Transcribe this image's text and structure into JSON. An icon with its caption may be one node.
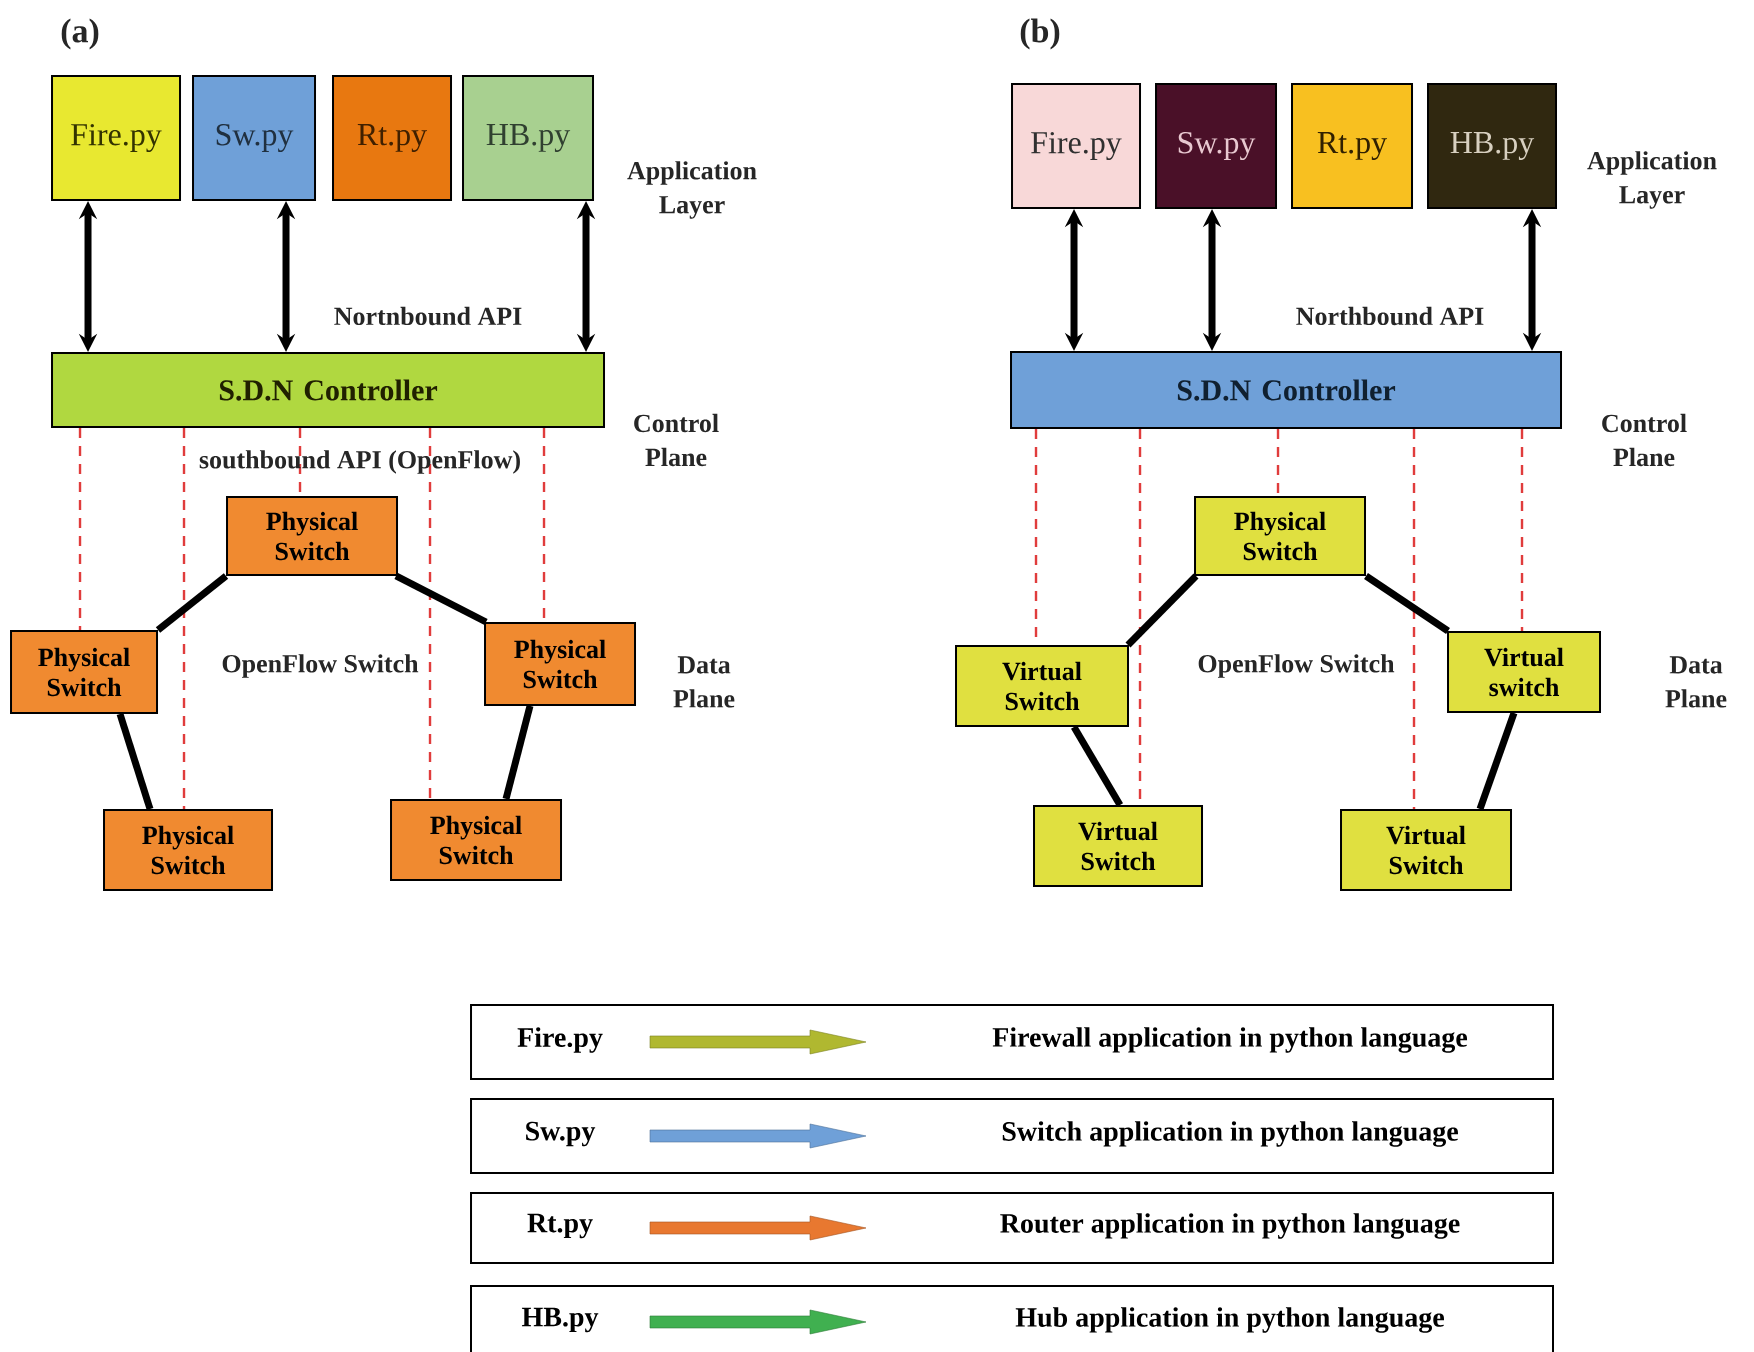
{
  "diagram": {
    "nodes": [
      {
        "text": [
          "Fire.py"
        ]
      },
      {
        "text": [
          "Sw.py"
        ]
      },
      {
        "text": [
          "Rt.py"
        ]
      },
      {
        "text": [
          "HB.py"
        ]
      },
      {
        "text": [
          "S.D.N Controller"
        ]
      },
      {
        "text": [
          "Physical Switch"
        ]
      },
      {
        "text": [
          "Physical Switch"
        ]
      },
      {
        "text": [
          "Physical Switch"
        ]
      },
      {
        "text": [
          "Physical Switch"
        ]
      },
      {
        "text": [
          "Physical Switch"
        ]
      },
      {
        "text": [
          "Fire.py"
        ]
      },
      {
        "text": [
          "Sw.py"
        ]
      },
      {
        "text": [
          "Rt.py"
        ]
      },
      {
        "text": [
          "HB.py"
        ]
      },
      {
        "text": [
          "S.D.N Controller"
        ]
      },
      {
        "text": [
          "Physical Switch"
        ]
      },
      {
        "text": [
          "Virtual Switch"
        ]
      },
      {
        "text": [
          "Virtual switch"
        ]
      },
      {
        "text": [
          "Virtual Switch"
        ]
      },
      {
        "text": [
          "Virtual Switch"
        ]
      },
      {
        "text": [
          "Fire.py",
          "Firewall application in python language"
        ]
      },
      {
        "text": [
          "Sw.py",
          "Switch application in python language"
        ]
      },
      {
        "text": [
          "Rt.py",
          "Router application in python language"
        ]
      },
      {
        "text": [
          "HB.py",
          "Hub application in python language"
        ]
      }
    ],
    "edges": [
      {
        "from": 0,
        "to": 4,
        "arrow": "both"
      },
      {
        "from": 1,
        "to": 4,
        "arrow": "both"
      },
      {
        "from": 3,
        "to": 4,
        "arrow": "both"
      },
      {
        "from": 4,
        "to": 6,
        "arrow": "none",
        "style": "dashed",
        "color": "#e03c3c"
      },
      {
        "from": 4,
        "to": 8,
        "arrow": "none",
        "style": "dashed",
        "color": "#e03c3c"
      },
      {
        "from": 4,
        "to": 5,
        "arrow": "none",
        "style": "dashed",
        "color": "#e03c3c"
      },
      {
        "from": 4,
        "to": 9,
        "arrow": "none",
        "style": "dashed",
        "color": "#e03c3c"
      },
      {
        "from": 4,
        "to": 7,
        "arrow": "none",
        "style": "dashed",
        "color": "#e03c3c"
      },
      {
        "from": 5,
        "to": 6,
        "arrow": "none"
      },
      {
        "from": 5,
        "to": 7,
        "arrow": "none"
      },
      {
        "from": 6,
        "to": 8,
        "arrow": "none"
      },
      {
        "from": 7,
        "to": 9,
        "arrow": "none"
      },
      {
        "from": 10,
        "to": 14,
        "arrow": "both"
      },
      {
        "from": 11,
        "to": 14,
        "arrow": "both"
      },
      {
        "from": 13,
        "to": 14,
        "arrow": "both"
      },
      {
        "from": 14,
        "to": 16,
        "arrow": "none",
        "style": "dashed",
        "color": "#e03c3c"
      },
      {
        "from": 14,
        "to": 18,
        "arrow": "none",
        "style": "dashed",
        "color": "#e03c3c"
      },
      {
        "from": 14,
        "to": 15,
        "arrow": "none",
        "style": "dashed",
        "color": "#e03c3c"
      },
      {
        "from": 14,
        "to": 19,
        "arrow": "none",
        "style": "dashed",
        "color": "#e03c3c"
      },
      {
        "from": 14,
        "to": 17,
        "arrow": "none",
        "style": "dashed",
        "color": "#e03c3c"
      },
      {
        "from": 15,
        "to": 16,
        "arrow": "none"
      },
      {
        "from": 15,
        "to": 17,
        "arrow": "none"
      },
      {
        "from": 16,
        "to": 18,
        "arrow": "none"
      },
      {
        "from": 17,
        "to": 19,
        "arrow": "none"
      }
    ],
    "labels": [
      "(a)",
      "(b)",
      "Application Layer",
      "Nortnbound API",
      "Control Plane",
      "southbound API (OpenFlow)",
      "OpenFlow Switch",
      "Data Plane",
      "Application Layer",
      "Northbound API",
      "Control Plane",
      "OpenFlow Switch",
      "Data Plane"
    ]
  }
}
